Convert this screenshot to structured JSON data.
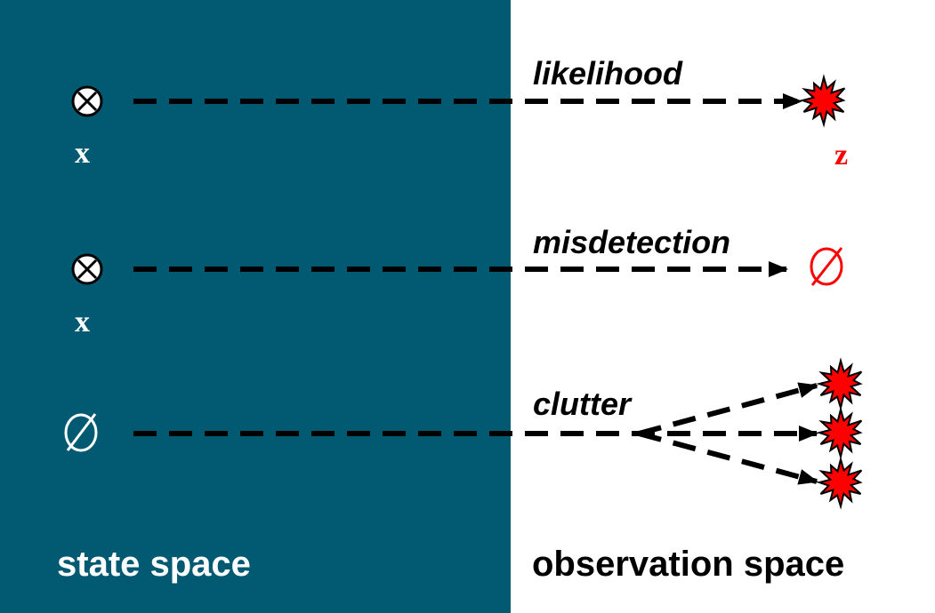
{
  "colors": {
    "state_space_bg": "#015a72",
    "observation_space_bg": "#ffffff",
    "measurement_red": "#ff0000",
    "target_white": "#ffffff",
    "arrow_black": "#000000"
  },
  "labels": {
    "state_space": "state space",
    "observation_space": "observation space",
    "likelihood": "likelihood",
    "misdetection": "misdetection",
    "clutter": "clutter",
    "state_var_1": "x",
    "state_var_2": "x",
    "observation_var": "z"
  },
  "icons": {
    "target": "circle-cross-icon",
    "empty_set": "empty-set-icon",
    "measurement": "red-starburst-icon"
  },
  "rows": [
    {
      "source": "target",
      "label": "likelihood",
      "result": "measurement"
    },
    {
      "source": "target",
      "label": "misdetection",
      "result": "empty-set"
    },
    {
      "source": "empty-set",
      "label": "clutter",
      "result": "three-measurements"
    }
  ]
}
